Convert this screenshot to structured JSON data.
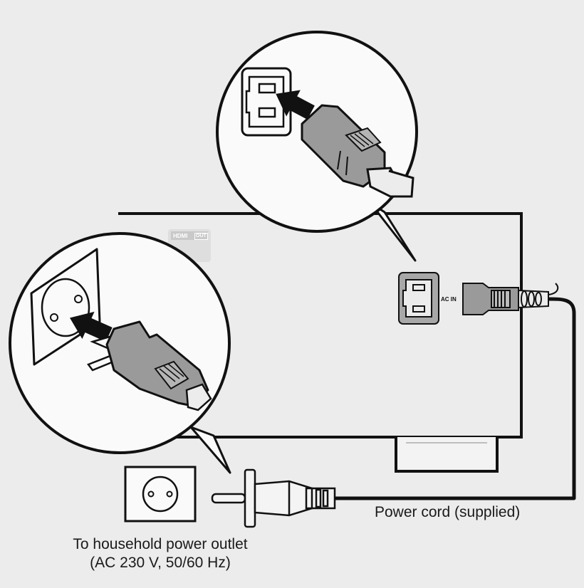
{
  "labels": {
    "power_cord": "Power cord (supplied)",
    "outlet_line1": "To household power outlet",
    "outlet_line2": "(AC 230 V, 50/60 Hz)",
    "ac_in": "AC IN",
    "hdmi": "HDMI",
    "hdmi_out": "OUT"
  },
  "colors": {
    "background": "#ececec",
    "line": "#111111",
    "plug_gray": "#9a9a9a",
    "socket_panel": "#a8a8a8"
  }
}
